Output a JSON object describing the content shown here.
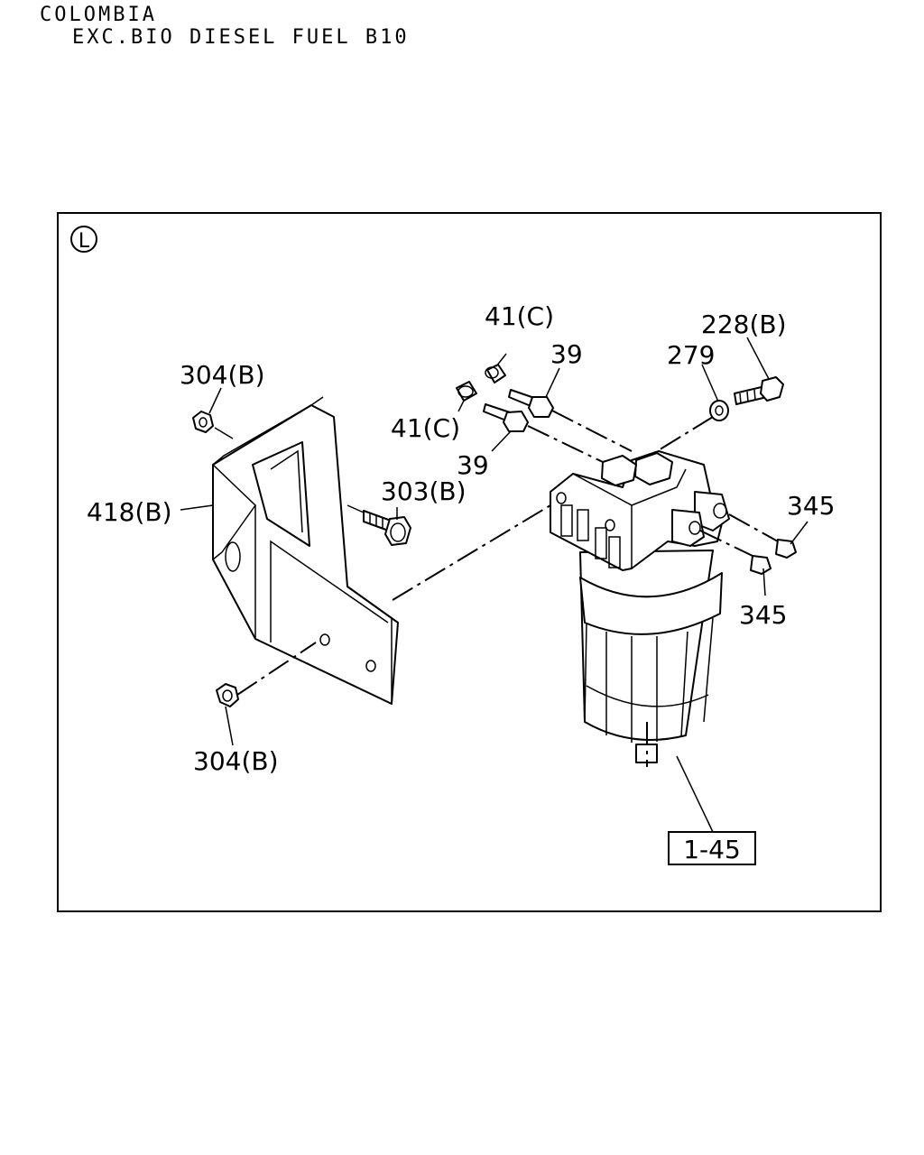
{
  "header": {
    "line1": "COLOMBIA",
    "line2": "EXC.BIO DIESEL FUEL B10"
  },
  "view_marker": "L",
  "callouts": {
    "c304b_top": "304(B)",
    "c418b": "418(B)",
    "c303b": "303(B)",
    "c304b_bottom": "304(B)",
    "c41c_top": "41(C)",
    "c41c_mid": "41(C)",
    "c39_top": "39",
    "c39_mid": "39",
    "c279": "279",
    "c228b": "228(B)",
    "c345_top": "345",
    "c345_bottom": "345",
    "c1_45": "1-45"
  }
}
